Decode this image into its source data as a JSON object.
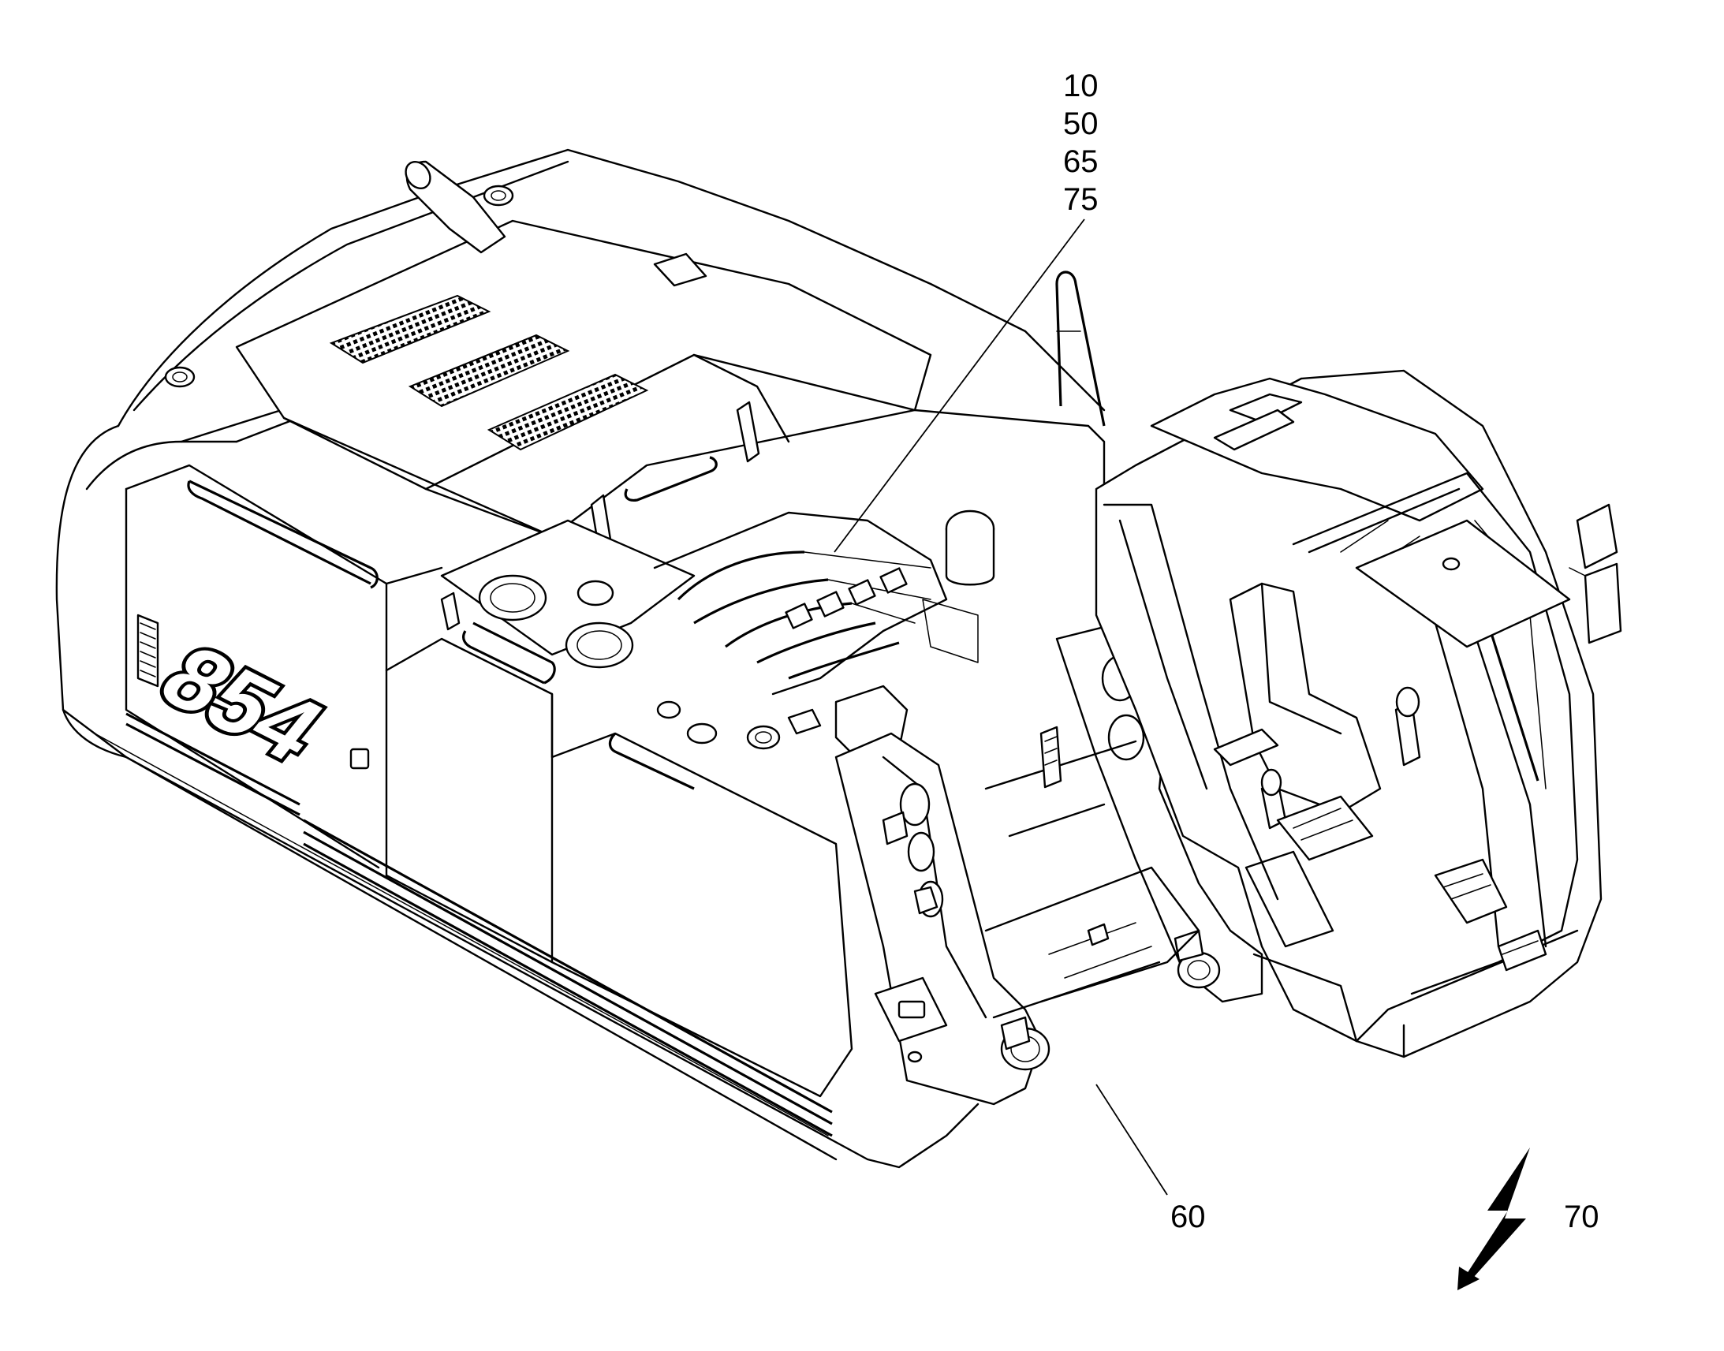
{
  "figure": {
    "model_badge": "854",
    "reference_numerals": {
      "stack": [
        "10",
        "50",
        "65",
        "75"
      ],
      "frame": "60",
      "electric": "70"
    },
    "icons": {
      "electric": "lightning-bolt-icon"
    }
  }
}
